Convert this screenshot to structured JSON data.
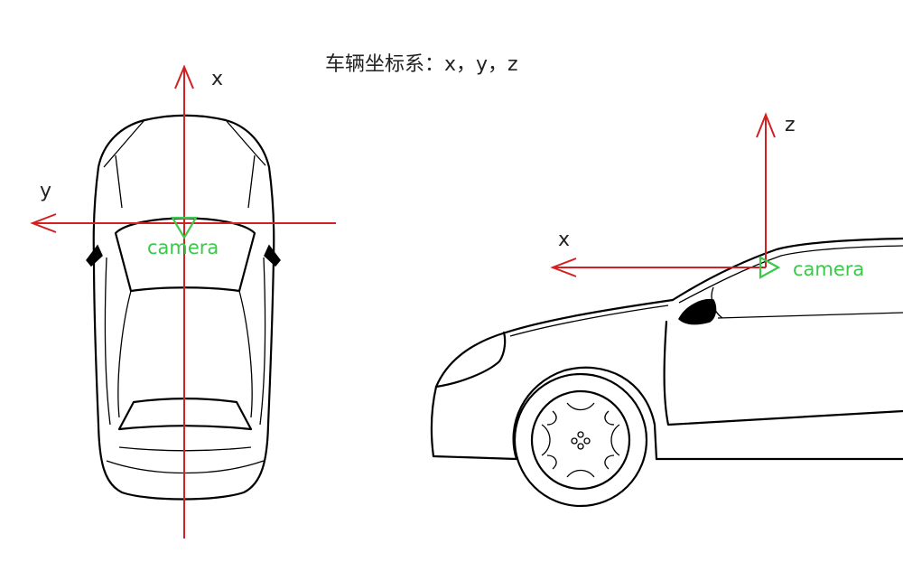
{
  "title": "车辆坐标系：x，y，z",
  "top_view": {
    "axis_x_label": "x",
    "axis_y_label": "y",
    "camera_label": "camera"
  },
  "side_view": {
    "axis_z_label": "z",
    "axis_x_label": "x",
    "camera_label": "camera"
  },
  "colors": {
    "axis": "#d42020",
    "camera": "#3cc84a",
    "outline": "#000000"
  }
}
